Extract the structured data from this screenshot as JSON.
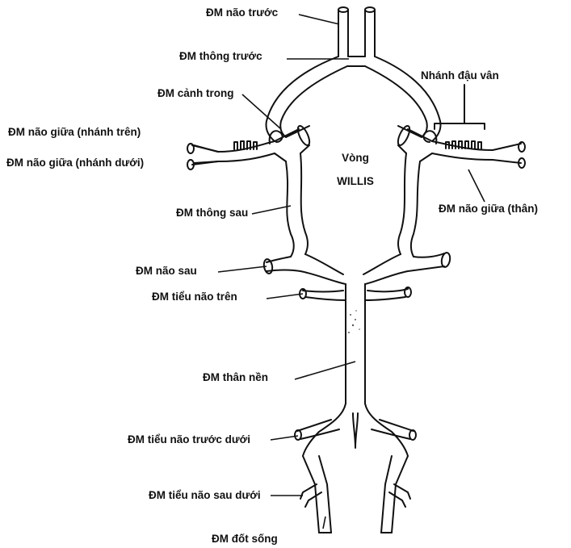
{
  "diagram": {
    "center_label_line1": "Vòng",
    "center_label_line2": "WILLIS",
    "labels": {
      "dm_nao_truoc": "ĐM não trước",
      "dm_thong_truoc": "ĐM thông trước",
      "dm_canh_trong": "ĐM cảnh trong",
      "nhanh_dau_van": "Nhánh đậu vân",
      "dm_nao_giua_nhanh_tren": "ĐM não giữa (nhánh trên)",
      "dm_nao_giua_nhanh_duoi": "ĐM não giữa (nhánh dưới)",
      "dm_nao_giua_than": "ĐM não giữa (thân)",
      "dm_thong_sau": "ĐM thông sau",
      "dm_nao_sau": "ĐM não sau",
      "dm_tieu_nao_tren": "ĐM tiểu não trên",
      "dm_than_nen": "ĐM thân nền",
      "dm_tieu_nao_truoc_duoi": "ĐM tiểu não trước dưới",
      "dm_tieu_nao_sau_duoi": "ĐM tiểu não sau dưới",
      "dm_dot_song": "ĐM đốt sống"
    },
    "colors": {
      "ink": "#111111",
      "background": "#ffffff"
    }
  }
}
